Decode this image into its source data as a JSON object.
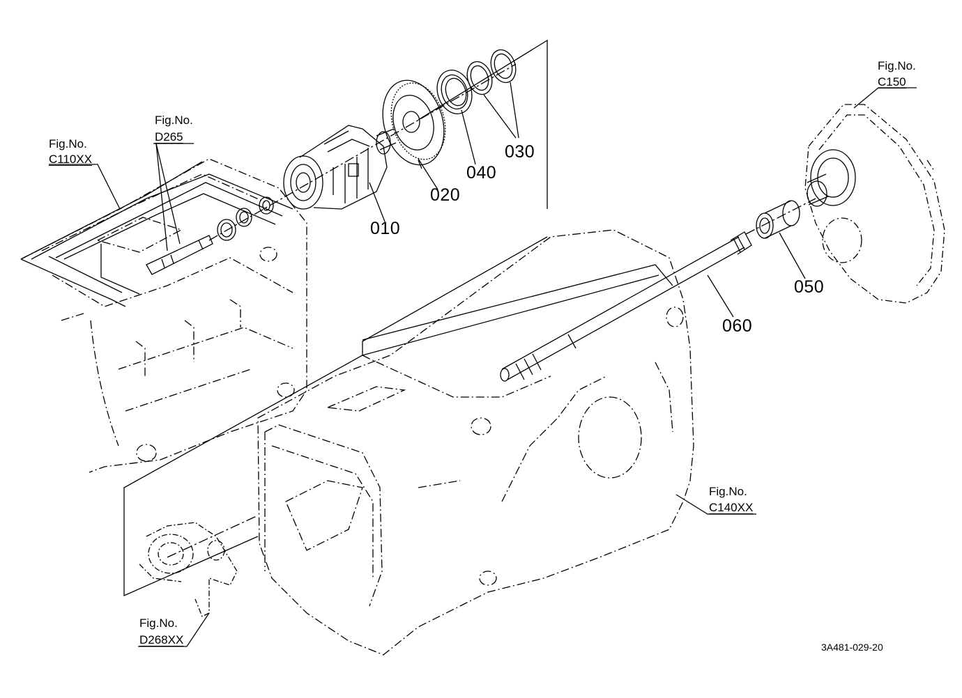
{
  "figure_refs": [
    {
      "id": "c110",
      "line1": "Fig.No.",
      "line2": "C110XX"
    },
    {
      "id": "d265",
      "line1": "Fig.No.",
      "line2": "D265"
    },
    {
      "id": "c150",
      "line1": "Fig.No.",
      "line2": "C150"
    },
    {
      "id": "c140",
      "line1": "Fig.No.",
      "line2": "C140XX"
    },
    {
      "id": "d268",
      "line1": "Fig.No.",
      "line2": "D268XX"
    }
  ],
  "parts": [
    "010",
    "020",
    "030",
    "040",
    "050",
    "060"
  ],
  "document_id": "3A481-029-20"
}
